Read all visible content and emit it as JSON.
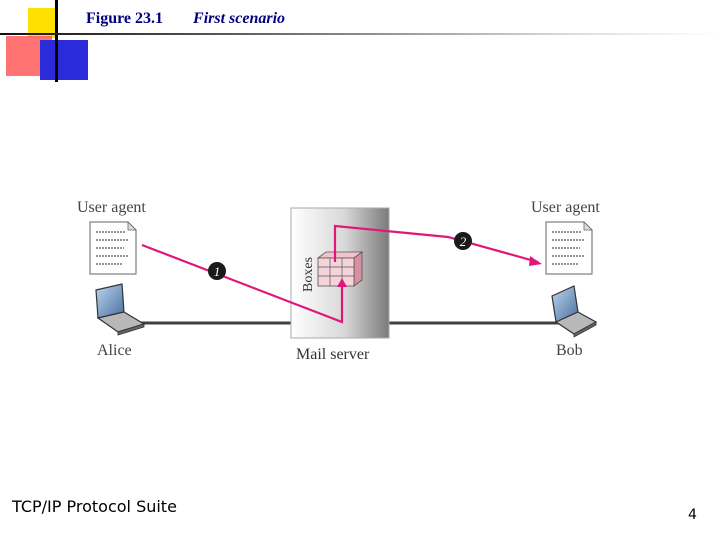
{
  "caption": {
    "figure_number": "Figure 23.1",
    "title": "First scenario"
  },
  "diagram": {
    "left_agent_label": "User agent",
    "right_agent_label": "User agent",
    "left_user_label": "Alice",
    "right_user_label": "Bob",
    "server_label": "Mail server",
    "boxes_label": "Boxes",
    "step_1": "1",
    "step_2": "2",
    "colors": {
      "message_path": "#e0167a",
      "network_line": "#404040",
      "step_marker": "#1a1a1a"
    }
  },
  "footer": {
    "left_text": "TCP/IP Protocol Suite",
    "page_number": "4"
  }
}
